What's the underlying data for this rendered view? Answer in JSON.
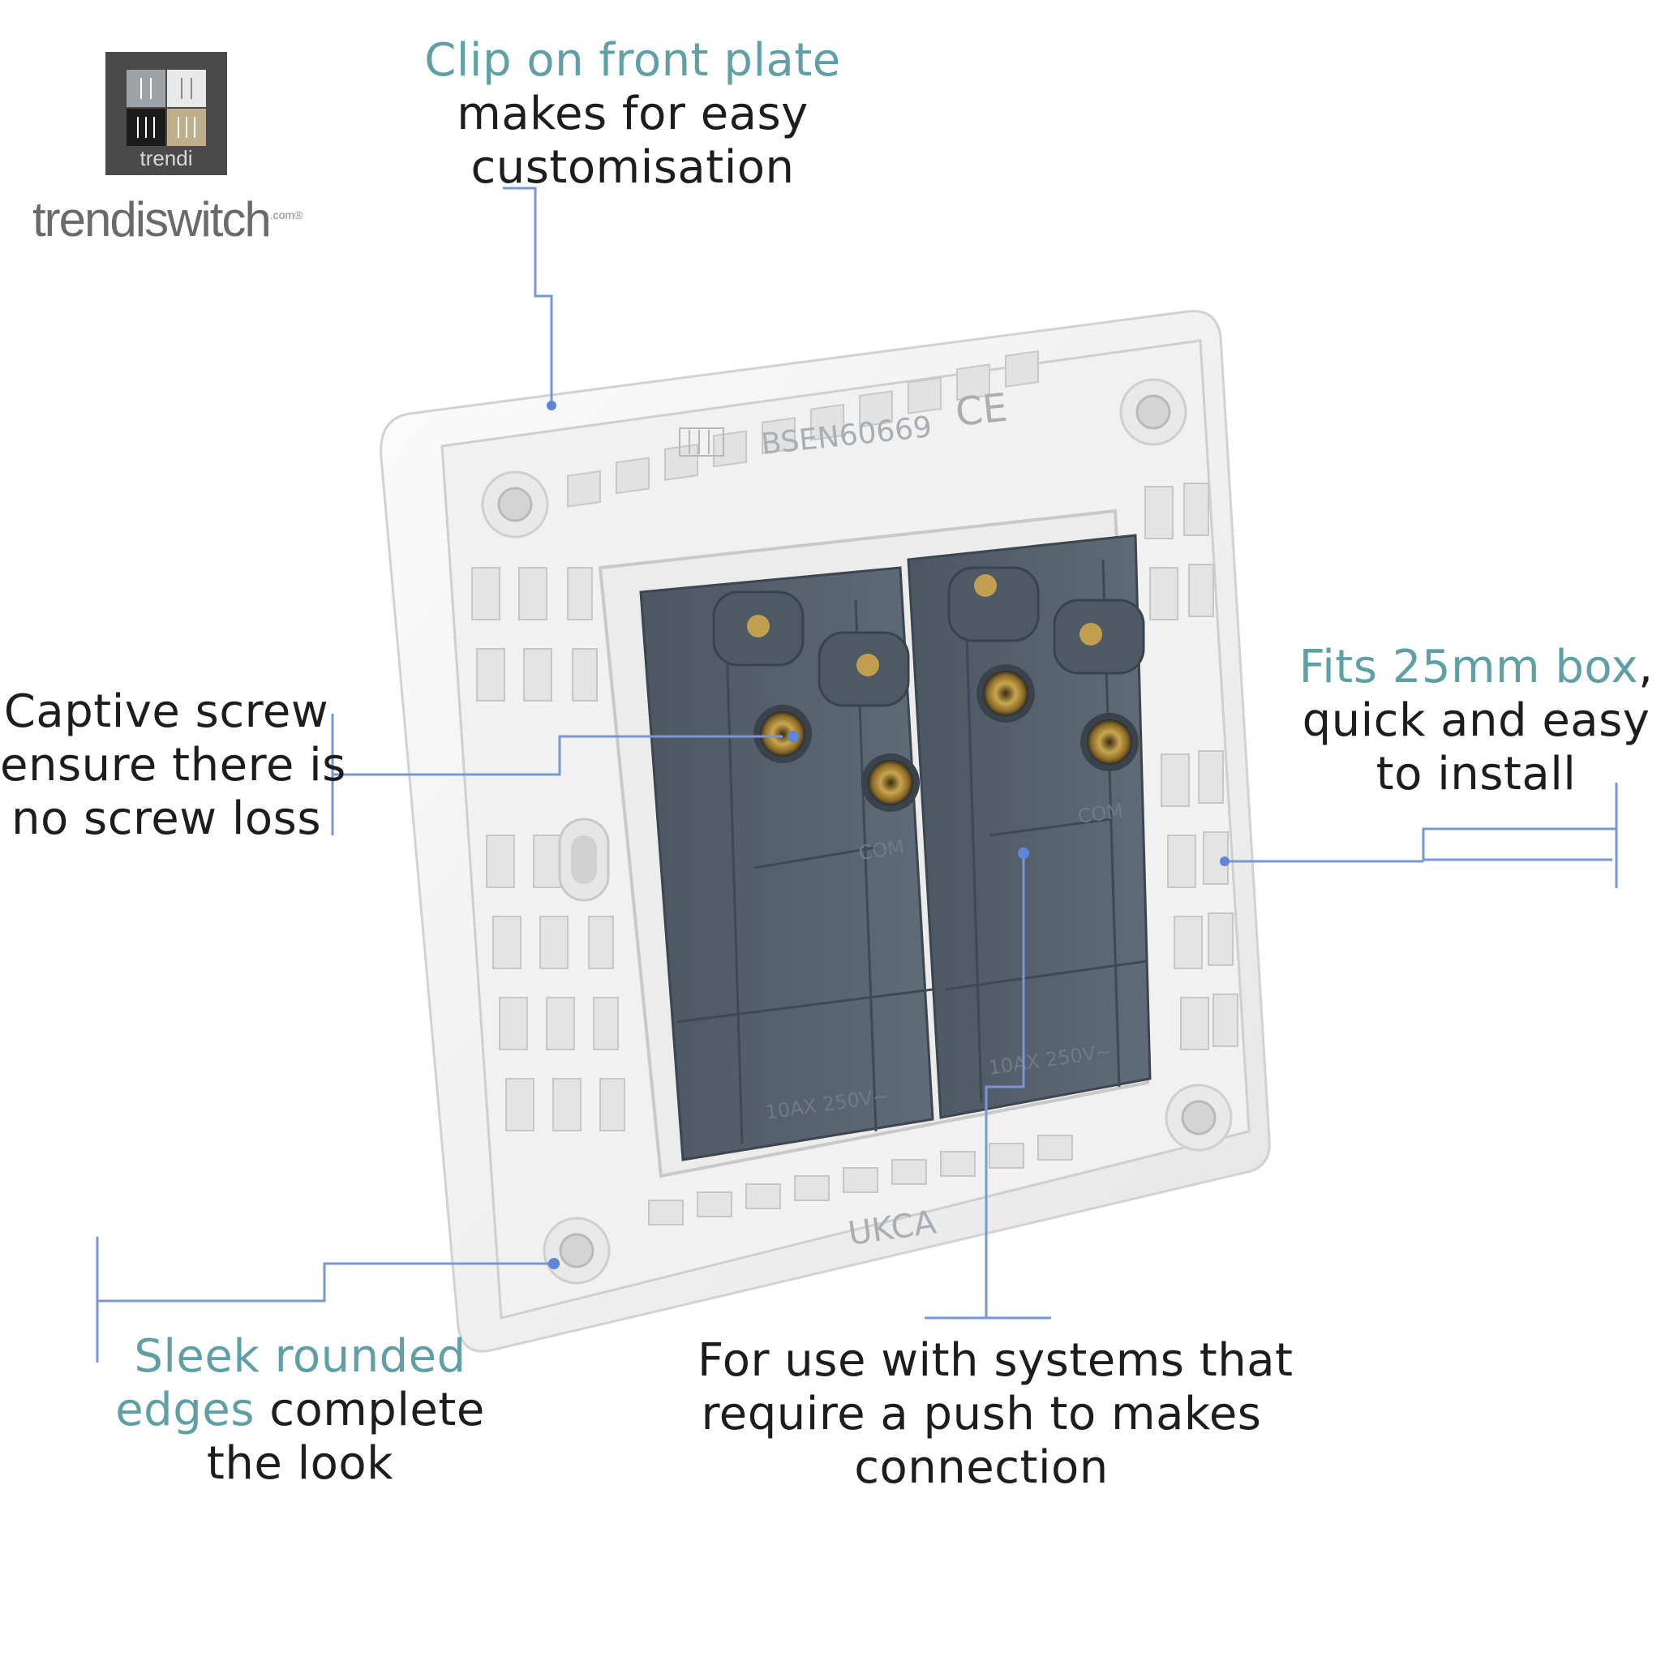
{
  "brand": {
    "logo_label": "trendi",
    "wordmark": "trendiswitch",
    "wordmark_suffix": ".com®"
  },
  "product": {
    "standard_mark": "BSEN60669",
    "ce_mark": "CE",
    "ukca_mark": "UKCA",
    "terminal_label_com": "COM",
    "rating_label": "10AX 250V~"
  },
  "callouts": {
    "clip": {
      "highlight": "Clip on front plate",
      "line2": "makes for easy",
      "line3": "customisation"
    },
    "captive": {
      "line1": "Captive screw",
      "line2": "ensure there is",
      "line3": "no screw loss"
    },
    "fits": {
      "highlight": "Fits 25mm box",
      "punct": ",",
      "line2": "quick and easy",
      "line3": "to install"
    },
    "sleek": {
      "highlight1": "Sleek rounded",
      "highlight2": "edges",
      "rest2": " complete",
      "line3": "the look"
    },
    "push": {
      "line1": "For use with systems that",
      "line2": "require a push to makes",
      "line3": "connection"
    }
  },
  "colors": {
    "accent_text": "#5fa0a6",
    "callout_line": "#7a96d6",
    "module_grey": "#56626d",
    "plate_white": "#f4f4f4"
  }
}
